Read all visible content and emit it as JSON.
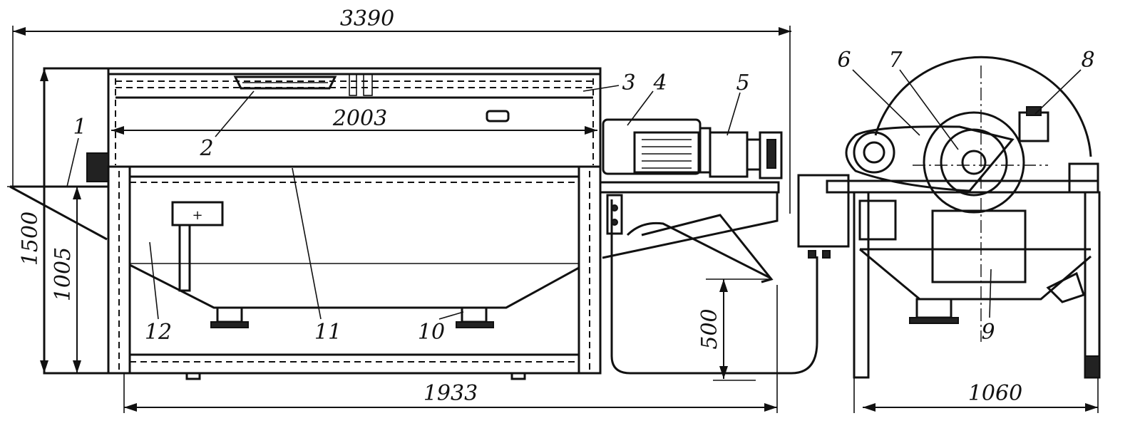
{
  "dimensions": {
    "overall_length": "3390",
    "inner_length": "2003",
    "frame_length": "1933",
    "height_total": "1500",
    "height_trough": "1005",
    "outlet_height": "500",
    "width": "1060"
  },
  "callouts": [
    "1",
    "2",
    "3",
    "4",
    "5",
    "6",
    "7",
    "8",
    "9",
    "10",
    "11",
    "12"
  ]
}
